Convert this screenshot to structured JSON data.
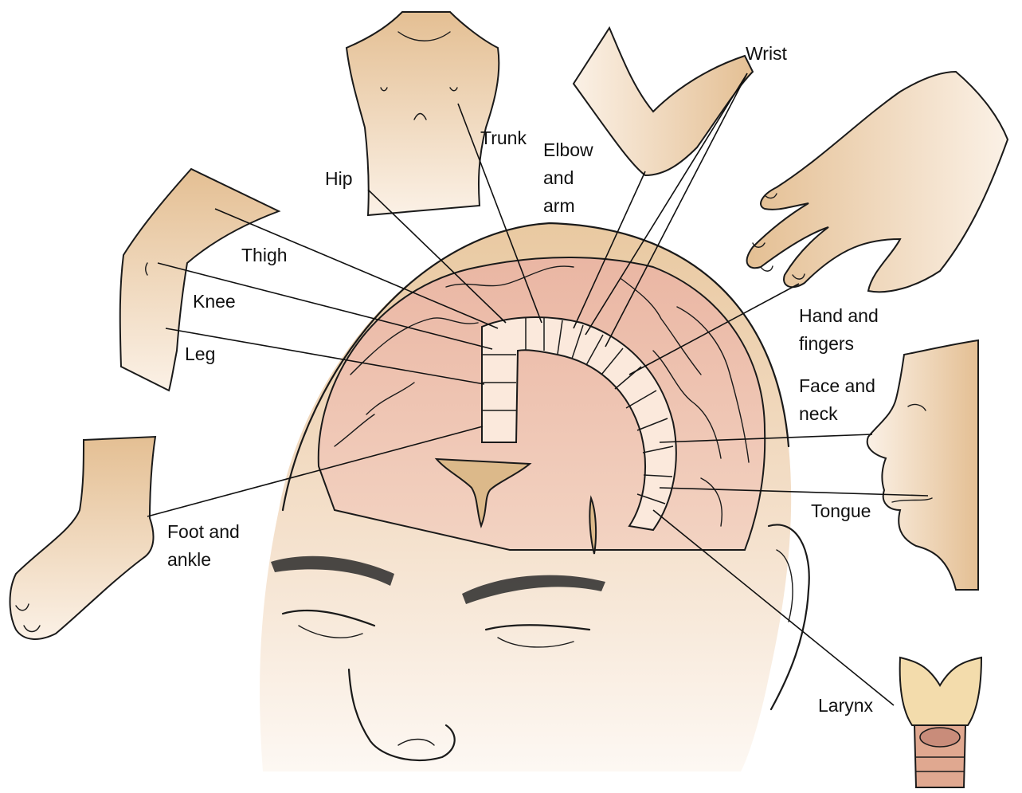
{
  "labels": {
    "wrist": "Wrist",
    "trunk": "Trunk",
    "elbow_line1": "Elbow",
    "elbow_line2": "and",
    "elbow_line3": "arm",
    "hip": "Hip",
    "thigh": "Thigh",
    "knee": "Knee",
    "leg": "Leg",
    "hand_line1": "Hand and",
    "hand_line2": "fingers",
    "face_line1": "Face and",
    "face_line2": "neck",
    "tongue": "Tongue",
    "foot_line1": "Foot and",
    "foot_line2": "ankle",
    "larynx": "Larynx"
  },
  "colors": {
    "skin": "#e7c398",
    "skin_light": "#f8ece0",
    "scalp": "#dcb98a",
    "brain": "#eebba9",
    "cortex_strip": "#fbe9dc",
    "cartilage": "#f3dcac",
    "trachea": "#e0a890"
  }
}
